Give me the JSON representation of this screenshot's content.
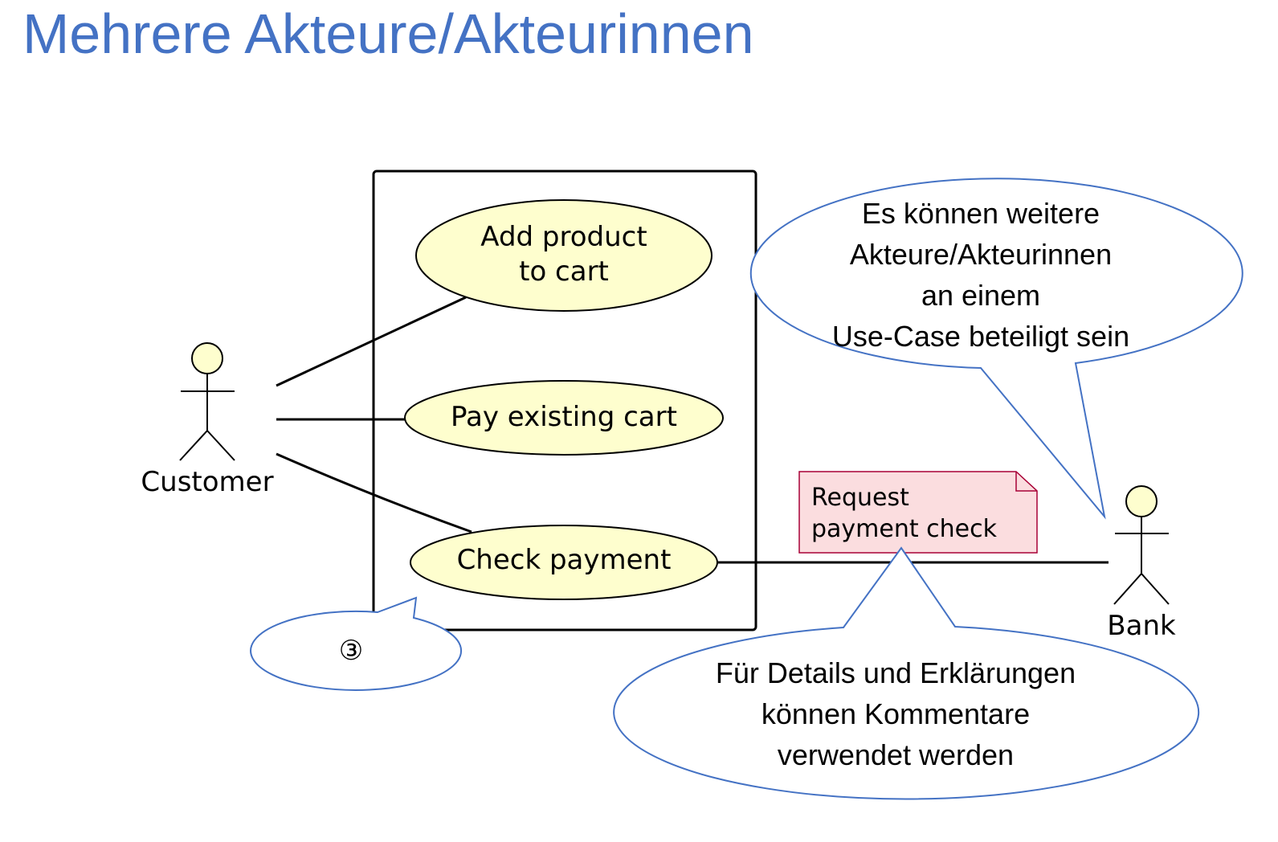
{
  "title": "Mehrere Akteure/Akteurinnen",
  "colors": {
    "title": "#4472C4",
    "callout_stroke": "#4472C4",
    "use_case_fill": "#FEFECE",
    "actor_fill": "#FEFECE",
    "note_fill": "#FBDDDF",
    "note_stroke": "#A80036"
  },
  "actors": {
    "customer": "Customer",
    "bank": "Bank"
  },
  "use_cases": {
    "add_product": [
      "Add product",
      "to cart"
    ],
    "pay_cart": "Pay existing cart",
    "check_payment": "Check payment"
  },
  "note": [
    "Request",
    "payment check"
  ],
  "callouts": {
    "actors_hint": [
      "Es können weitere",
      "Akteure/Akteurinnen",
      "an einem",
      "Use-Case beteiligt sein"
    ],
    "comment_hint": [
      "Für Details und Erklärungen",
      "können Kommentare",
      "verwendet werden"
    ]
  },
  "step_marker": "③"
}
